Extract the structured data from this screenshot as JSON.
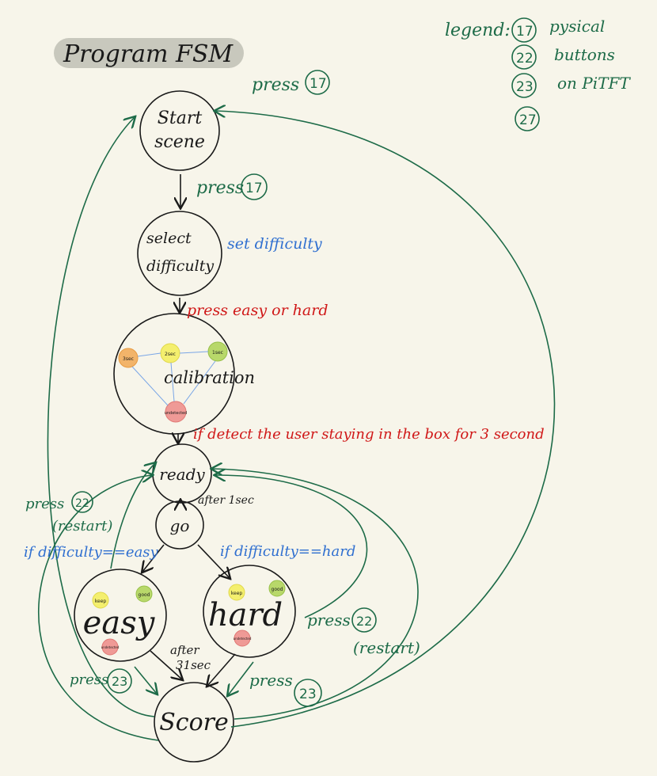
{
  "title": "Program  FSM",
  "legend": {
    "label": "legend:",
    "items": [
      "17",
      "22",
      "23",
      "27"
    ],
    "description": [
      "pysical",
      "buttons",
      "on PiTFT"
    ]
  },
  "nodes": {
    "start": [
      "Start",
      "scene"
    ],
    "select": [
      "select",
      "difficulty"
    ],
    "calibration": "calibration",
    "ready": "ready",
    "go": "go",
    "easy": "easy",
    "hard": "hard",
    "score": "Score"
  },
  "mini_states": {
    "calibration": [
      "3sec",
      "2sec",
      "1sec",
      "undetected"
    ],
    "game": [
      "keep",
      "good",
      "undetected"
    ]
  },
  "edges": {
    "press_start": "press",
    "press_start_btn": "17",
    "press_select": "press",
    "press_select_btn": "17",
    "set_difficulty": "set difficulty",
    "press_easy_or_hard": "press easy or hard",
    "detect": "if detect the user staying in the box for 3 second",
    "after_1sec": "after 1sec",
    "if_easy": "if difficulty==easy",
    "if_hard": "if difficulty==hard",
    "after_3sec": [
      "after",
      "31sec"
    ],
    "press_restart_left": "press",
    "press_restart_left_btn": "22",
    "restart_left": "(restart)",
    "press_restart_right": "press",
    "press_restart_right_btn": "22",
    "restart_right": "(restart)",
    "press_score_left": "press",
    "press_score_left_btn": "23",
    "press_score_right": "press",
    "press_score_right_btn": "23"
  },
  "colors": {
    "background": "#f7f5ea",
    "green": "#1d6b48",
    "blue": "#2f6fd0",
    "red": "#d01818"
  }
}
